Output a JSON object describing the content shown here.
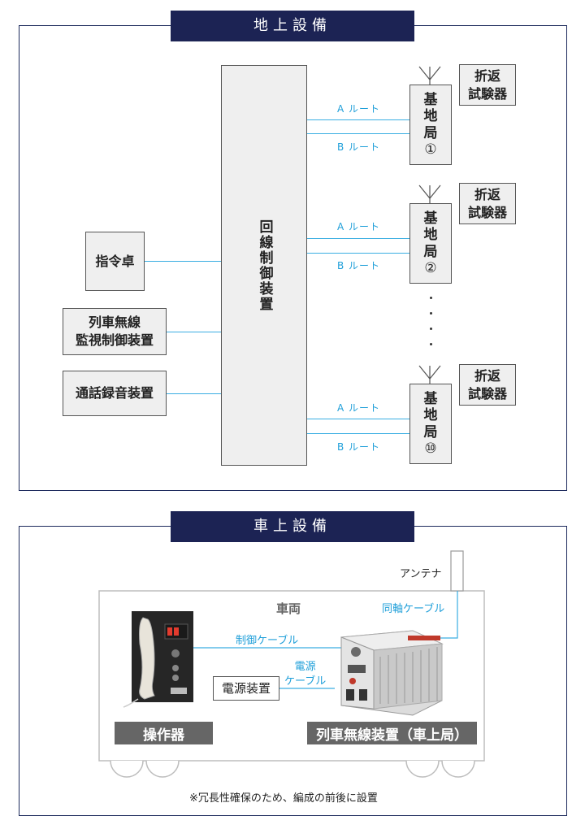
{
  "ground": {
    "title": "地上設備",
    "exchange": "回線制御装置",
    "consoles": [
      {
        "label": "指令卓"
      },
      {
        "label": "列車無線\n監視制御装置"
      },
      {
        "label": "通話録音装置"
      }
    ],
    "stations": [
      {
        "name": "基地局①",
        "chars": [
          "基",
          "地",
          "局",
          "①"
        ],
        "route_a": "A ルート",
        "route_b": "B ルート",
        "tester": "折返\n試験器"
      },
      {
        "name": "基地局②",
        "chars": [
          "基",
          "地",
          "局",
          "②"
        ],
        "route_a": "A ルート",
        "route_b": "B ルート",
        "tester": "折返\n試験器"
      },
      {
        "name": "基地局⑩",
        "chars": [
          "基",
          "地",
          "局",
          "⑩"
        ],
        "route_a": "A ルート",
        "route_b": "B ルート",
        "tester": "折返\n試験器"
      }
    ]
  },
  "onboard": {
    "title": "車上設備",
    "vehicle": "車両",
    "antenna": "アンテナ",
    "coax": "同軸ケーブル",
    "control_cable": "制御ケーブル",
    "power_cable": "電源\nケーブル",
    "power_unit": "電源装置",
    "handset_label": "操作器",
    "radio_label": "列車無線装置（車上局）",
    "note": "※冗長性確保のため、編成の前後に設置"
  },
  "colors": {
    "banner": "#1c2354",
    "line": "#3aaee2",
    "route_text": "#1f9fd9"
  }
}
